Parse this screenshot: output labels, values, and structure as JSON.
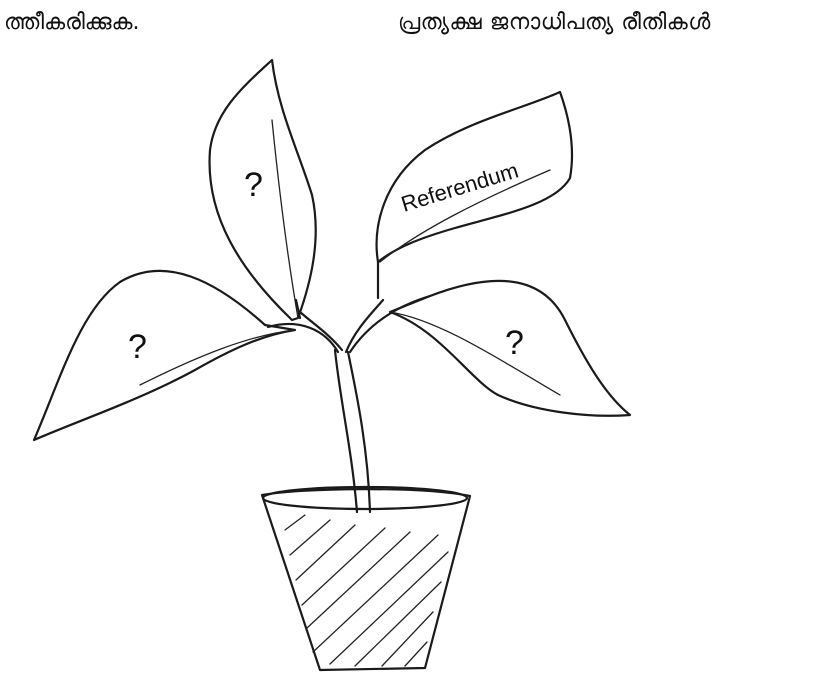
{
  "header": {
    "left_text": "ത്തീകരിക്കുക.",
    "right_text": "പ്രത്യക്ഷ ജനാധിപത്യ രീതികൾ"
  },
  "leaves": {
    "top_left": {
      "label": "?"
    },
    "top_right": {
      "label": "Referendum"
    },
    "lower_left": {
      "label": "?"
    },
    "lower_right": {
      "label": "?"
    }
  },
  "colors": {
    "ink": "#1a1a1a",
    "background": "#ffffff"
  }
}
